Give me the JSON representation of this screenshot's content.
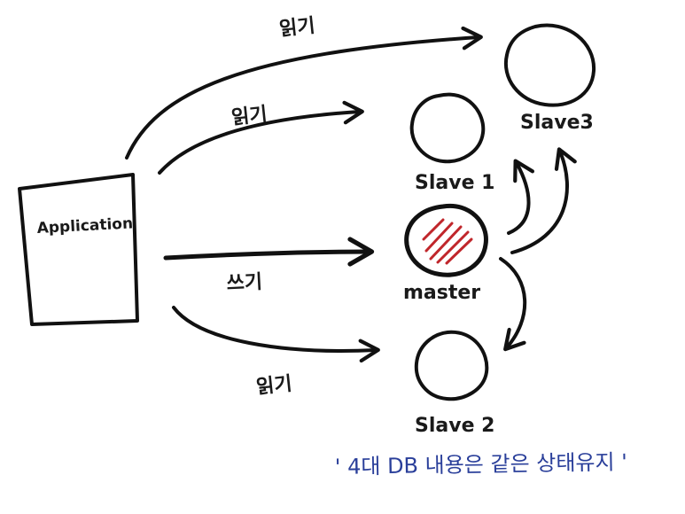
{
  "application": {
    "label": "Application"
  },
  "nodes": {
    "master": {
      "label": "master"
    },
    "slave1": {
      "label": "Slave 1"
    },
    "slave2": {
      "label": "Slave 2"
    },
    "slave3": {
      "label": "Slave3"
    }
  },
  "edges": {
    "read_slave3": "읽기",
    "read_slave1": "읽기",
    "write_master": "쓰기",
    "read_slave2": "읽기"
  },
  "caption": "' 4대 DB 내용은 같은 상태유지 '",
  "colors": {
    "ink": "#111111",
    "master_hatch": "#c0262b",
    "caption": "#2a3f9a"
  }
}
